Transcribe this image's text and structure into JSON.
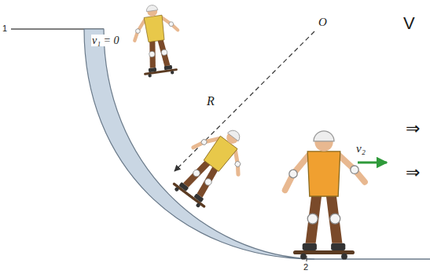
{
  "diagram": {
    "labels": [
      "1",
      "v₁ = 0",
      "R",
      "O",
      "v₂",
      "2",
      "V",
      "⇒",
      "⇒"
    ]
  }
}
